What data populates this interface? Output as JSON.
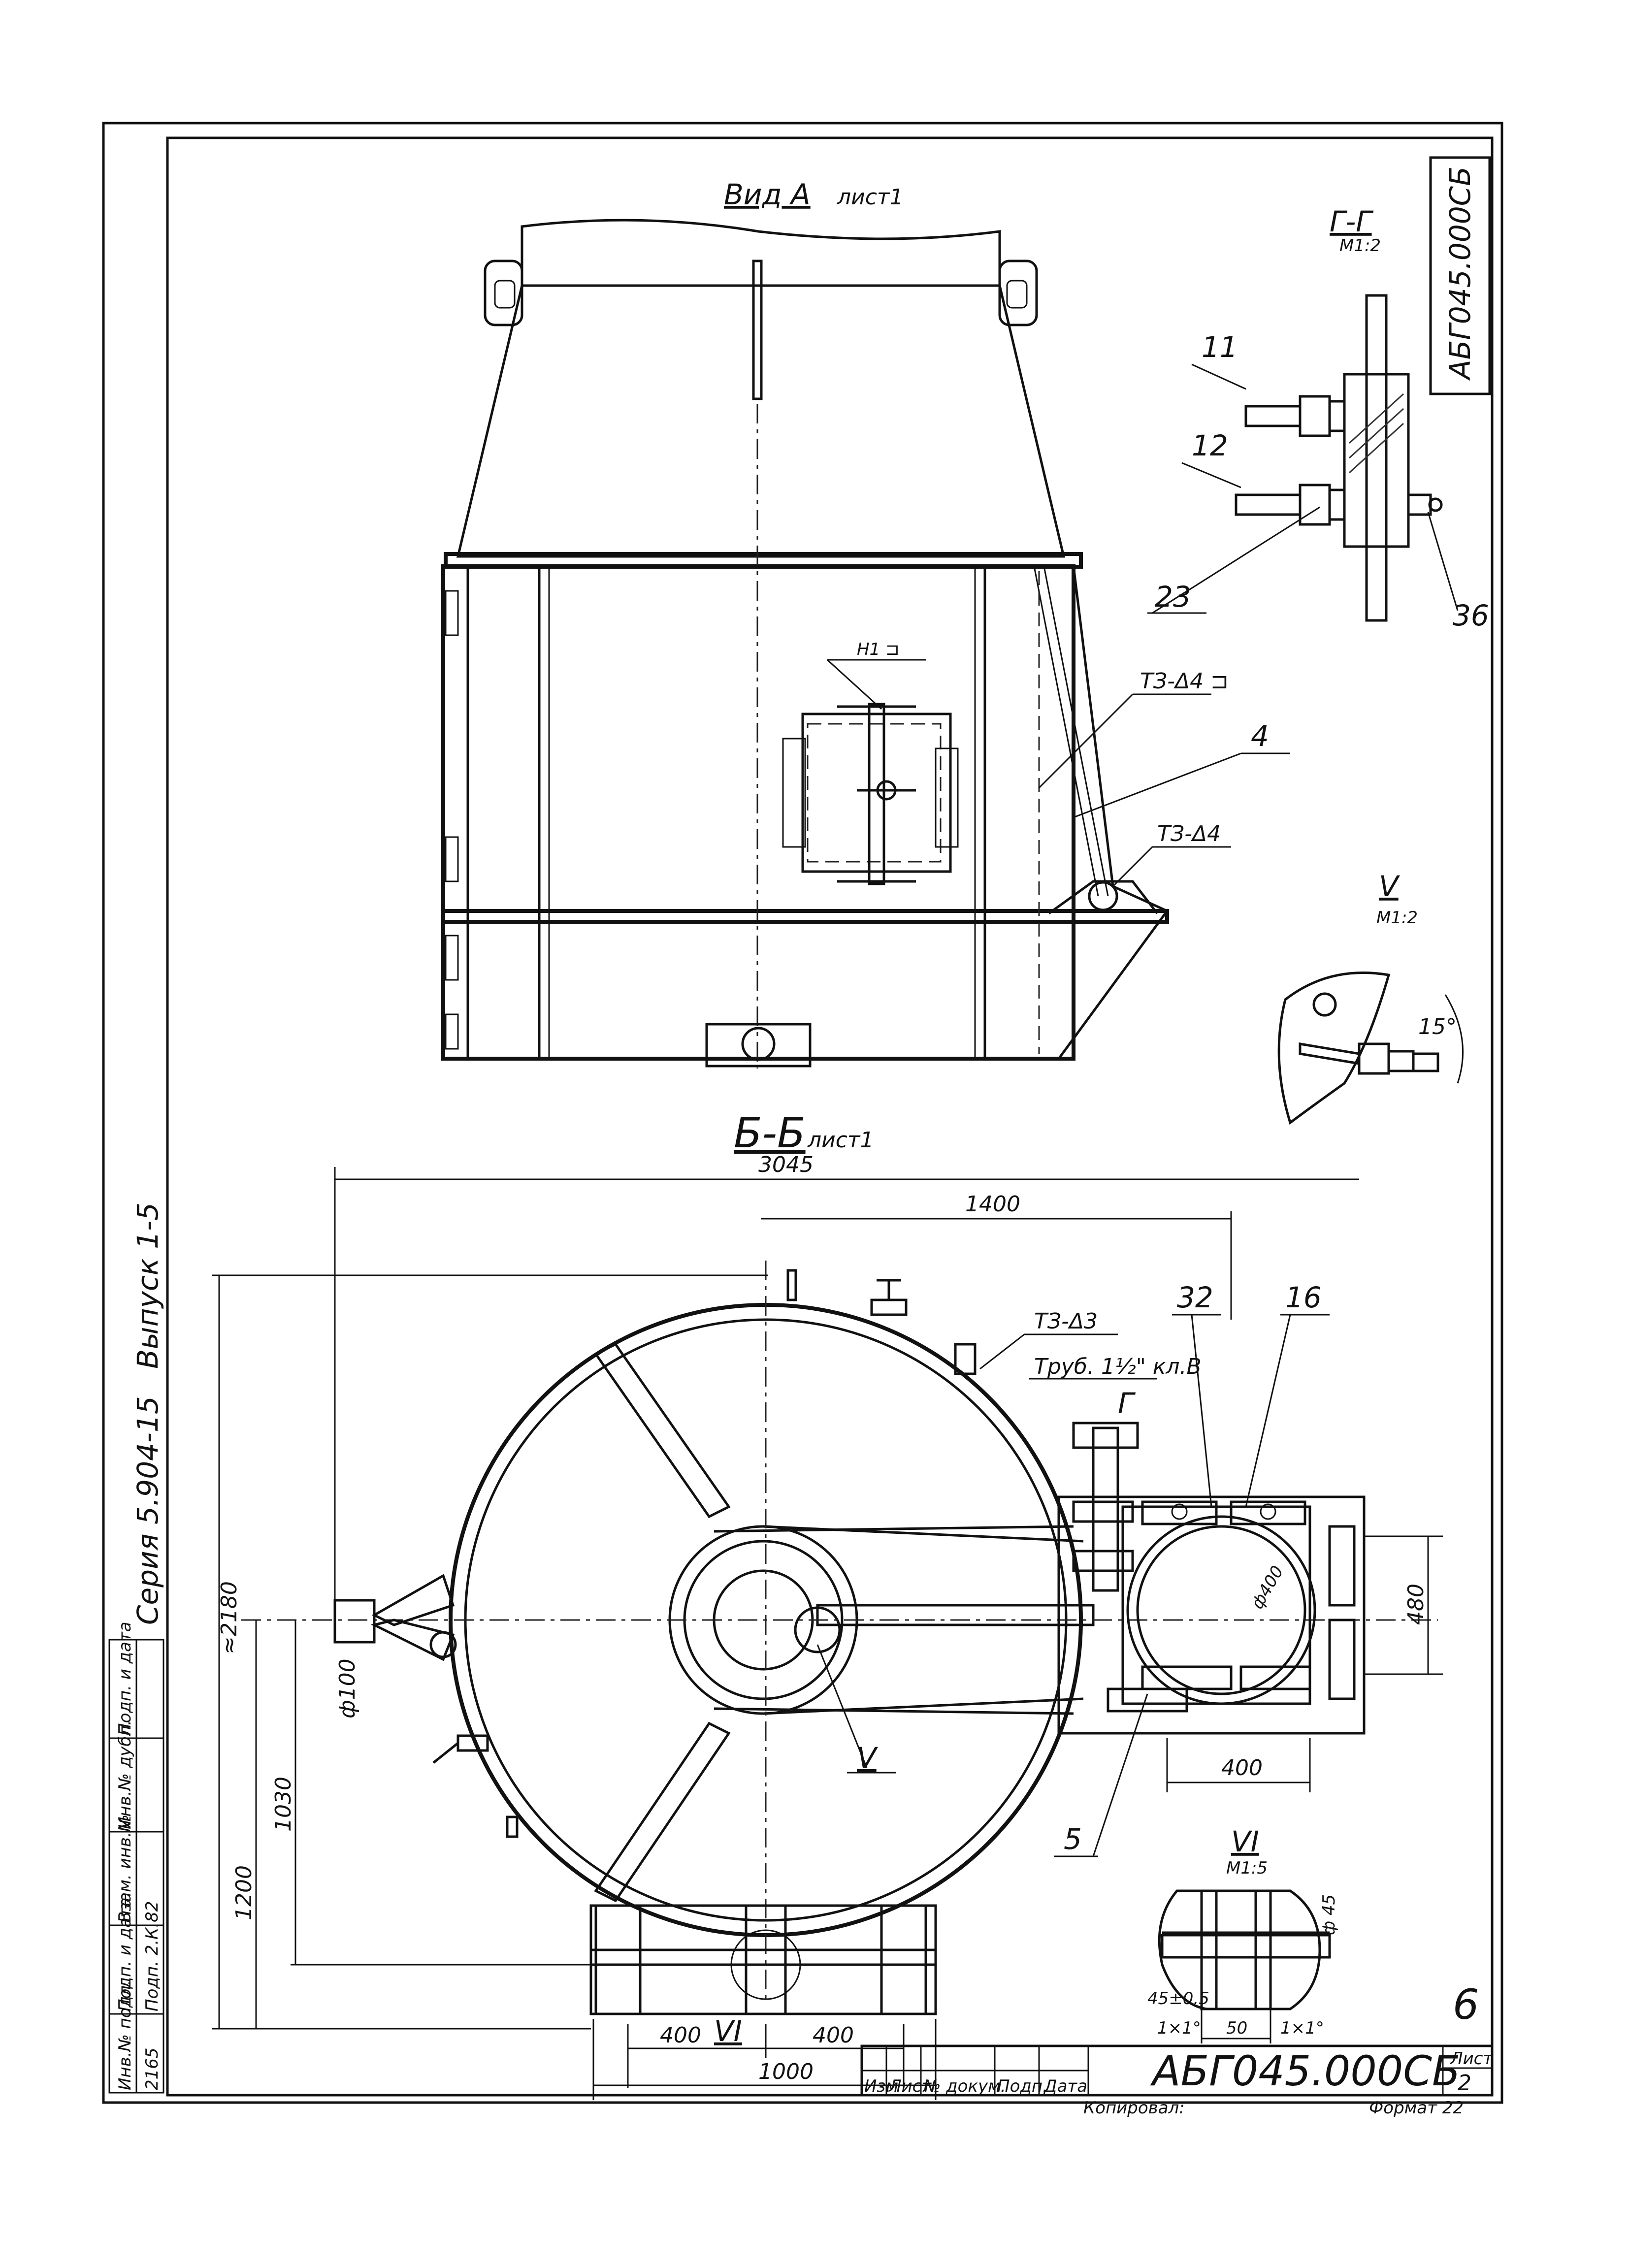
{
  "drawing": {
    "number_top": "АБГ045.000СБ",
    "number_bottom": "АБГ045.000СБ",
    "sheet_number": "2",
    "sheet_label": "Лист",
    "page_number": "6",
    "series": "Серия 5.904-15",
    "issue": "Выпуск 1-5",
    "copied": "Копировал:",
    "format": "Формат 22",
    "titleblock_columns": [
      "Изм",
      "Лист",
      "№ докум.",
      "Подп.",
      "Дата"
    ]
  },
  "left_stamp": {
    "cols": [
      "Инв.№ подл.",
      "Подп. и дата",
      "Взам. инв.№",
      "Инв.№ дубл.",
      "Подп. и дата"
    ],
    "values": [
      "2165",
      "Подп. 2.К.82",
      "",
      "",
      ""
    ]
  },
  "views": {
    "view_a": {
      "title": "Вид А",
      "sheet": "лист1"
    },
    "section_bb": {
      "title": "Б-Б",
      "sheet": "лист1"
    },
    "section_gg": {
      "title": "Г-Г",
      "scale": "М1:2"
    },
    "detail_v": {
      "title": "V",
      "scale": "М1:2"
    },
    "detail_vi": {
      "title": "VI",
      "scale": "М1:5"
    }
  },
  "callouts": {
    "pos_11": "11",
    "pos_12": "12",
    "pos_23": "23",
    "pos_36": "36",
    "pos_4": "4",
    "pos_5": "5",
    "pos_16": "16",
    "pos_32": "32",
    "weld_t3_d4_box": "ТЗ-Δ4 ⊐",
    "weld_t3_d4": "ТЗ-Δ4",
    "weld_t3_d3": "ТЗ-Δ3",
    "weld_h1": "Н1 ⊐",
    "pipe": "Труб. 1½\" кл.В",
    "label_g": "Г",
    "label_v_roman": "V",
    "label_vi_roman": "VI"
  },
  "dimensions": {
    "d3045": "3045",
    "d1400": "1400",
    "d2180": "≈2180",
    "d1200": "1200",
    "d1030": "1030",
    "d480": "480",
    "d400_right": "400",
    "d400_left": "400",
    "d400_mid": "400",
    "d1000": "1000",
    "phi100": "ф100",
    "phi400": "ф400",
    "phi45": "ф 45",
    "d50": "50",
    "d45": "45±0.5",
    "fit1": "1×1°",
    "fit2": "1×1°",
    "angle15": "15°"
  }
}
